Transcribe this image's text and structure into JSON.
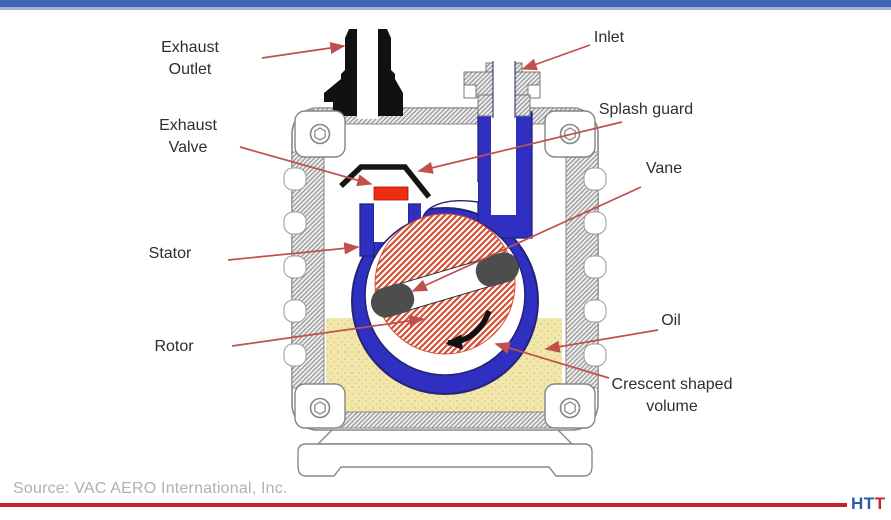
{
  "slide": {
    "topbar_color": "#3E69AE",
    "topbar_subline_color": "#9FB3D6"
  },
  "diagram": {
    "subject": "rotary vane vacuum pump cross-section",
    "labels": {
      "exhaust_outlet_1": "Exhaust",
      "exhaust_outlet_2": "Outlet",
      "exhaust_valve_1": "Exhaust",
      "exhaust_valve_2": "Valve",
      "stator": "Stator",
      "rotor": "Rotor",
      "inlet": "Inlet",
      "splash_guard": "Splash guard",
      "vane": "Vane",
      "oil": "Oil",
      "crescent_1": "Crescent shaped",
      "crescent_2": "volume"
    },
    "colors": {
      "stator_blue": "#2F2FC1",
      "stator_outline": "#23237A",
      "rotor_hatch_red": "#D75033",
      "valve_red": "#EE2E10",
      "oil_yellow": "#F2E7AA",
      "casing_hatch_gray": "#8F8F8F",
      "casing_edge_gray": "#888888",
      "vane_cap_gray": "#4D4D4D",
      "exhaust_fitting_black": "#111111",
      "label_arrow_red": "#C0504D",
      "label_text": "#2E2E2E"
    }
  },
  "footer": {
    "source": "Source: VAC AERO International, Inc.",
    "logo_ht": "HT",
    "logo_t": "T",
    "line_color": "#C32428",
    "logo_blue": "#2A5CAA",
    "logo_red": "#C32428"
  }
}
